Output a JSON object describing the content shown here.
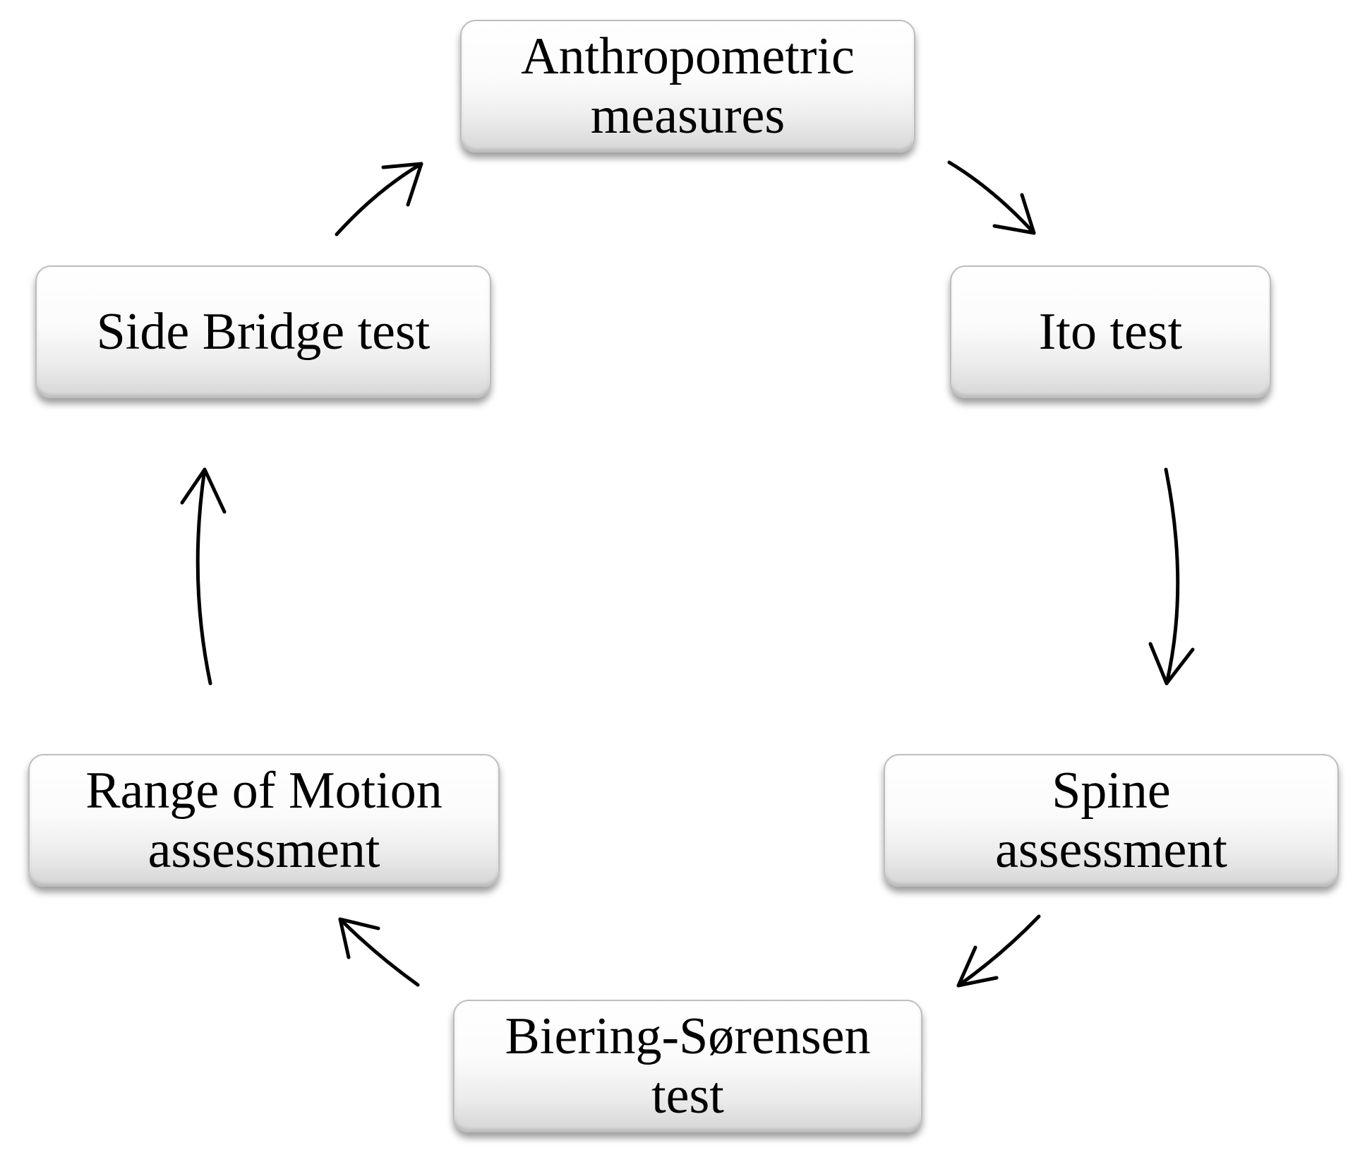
{
  "steps": [
    {
      "id": "anthropometric",
      "lines": [
        "Anthropometric",
        "measures"
      ]
    },
    {
      "id": "ito",
      "lines": [
        "Ito test"
      ]
    },
    {
      "id": "spine",
      "lines": [
        "Spine",
        "assessment"
      ]
    },
    {
      "id": "biering",
      "lines": [
        "Biering-Sørensen",
        "test"
      ]
    },
    {
      "id": "rom",
      "lines": [
        "Range of Motion",
        "assessment"
      ]
    },
    {
      "id": "side-bridge",
      "lines": [
        "Side Bridge test"
      ]
    }
  ]
}
